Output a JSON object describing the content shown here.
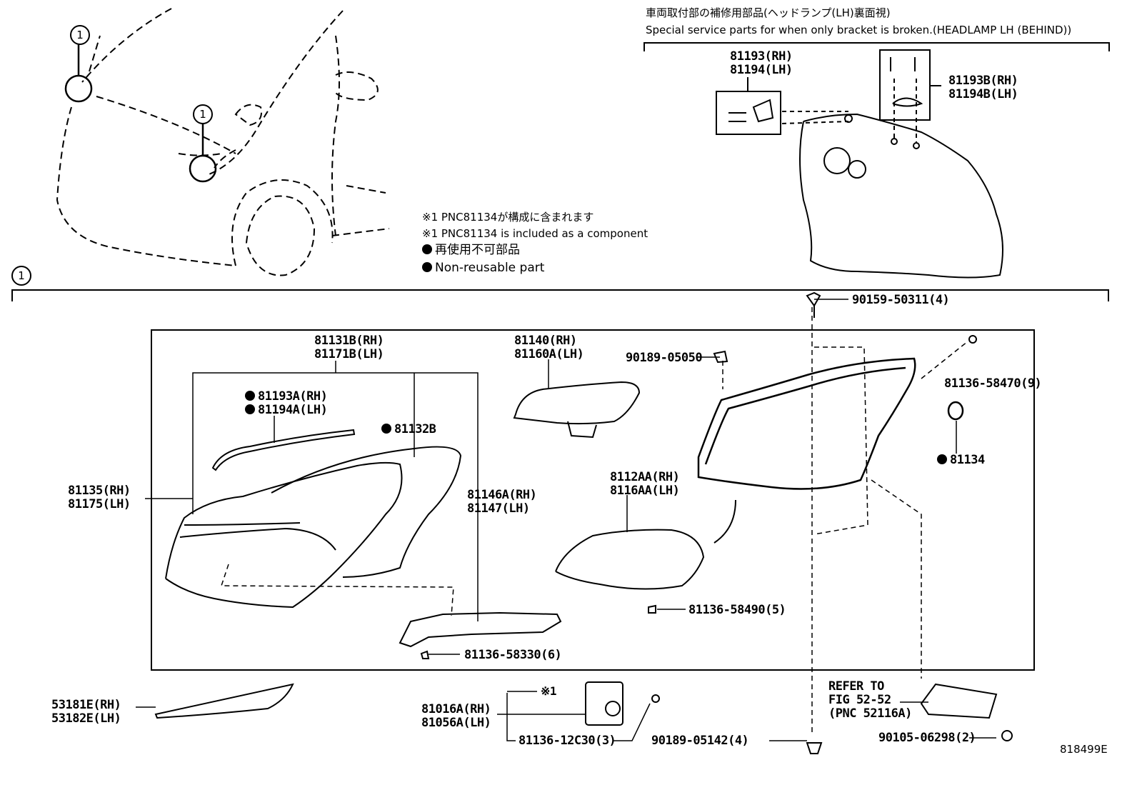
{
  "callout": {
    "circle_number": "1"
  },
  "legend": {
    "ref_note_jp": "※1 PNC81134が構成に含まれます",
    "ref_note_en": "※1 PNC81134 is included as a component",
    "non_reusable_jp": "再使用不可部品",
    "non_reusable_en": "Non-reusable part"
  },
  "special_service": {
    "title_jp": "車両取付部の補修用部品(ヘッドランプ(LH)裏面視)",
    "title_en": "Special service parts for when only bracket is broken.(HEADLAMP LH (BEHIND))",
    "parts": [
      {
        "lines": [
          "81193(RH)",
          "81194(LH)"
        ]
      },
      {
        "lines": [
          "81193B(RH)",
          "81194B(LH)"
        ]
      }
    ]
  },
  "parts": {
    "p81131": [
      "81131B(RH)",
      "81171B(LH)"
    ],
    "p81140": [
      "81140(RH)",
      "81160A(LH)"
    ],
    "p81193A": [
      "81193A(RH)",
      "81194A(LH)"
    ],
    "p81132B": "81132B",
    "p81135": [
      "81135(RH)",
      "81175(LH)"
    ],
    "p81146": [
      "81146A(RH)",
      "81147(LH)"
    ],
    "p81112": [
      "8112AA(RH)",
      "8116AA(LH)"
    ],
    "p81134": "81134",
    "p90159": "90159-50311(4)",
    "p90189a": "90189-05050",
    "p81136_470": "81136-58470(9)",
    "p81136_490": "81136-58490(5)",
    "p81136_330": "81136-58330(6)",
    "p53181": [
      "53181E(RH)",
      "53182E(LH)"
    ],
    "p81016": [
      "81016A(RH)",
      "81056A(LH)"
    ],
    "p81016_note": "※1",
    "p81136_12c": "81136-12C30(3)",
    "p90189b": "90189-05142(4)",
    "p90105": "90105-06298(2)",
    "refer": [
      "REFER TO",
      "FIG 52-52",
      "(PNC 52116A)"
    ]
  },
  "figure_id": "818499E"
}
